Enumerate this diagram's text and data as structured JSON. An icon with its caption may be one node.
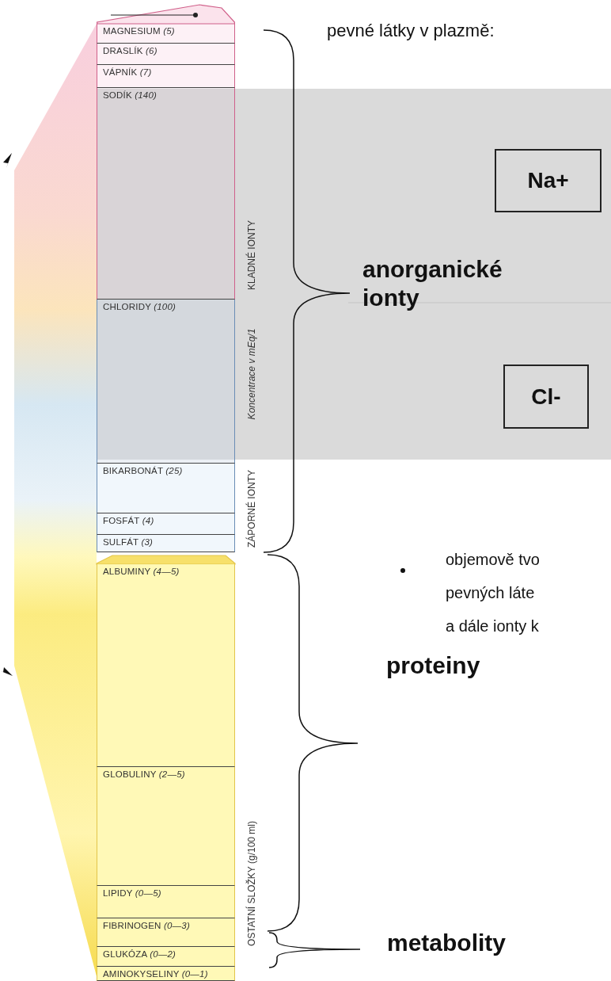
{
  "diagram": {
    "nodes": [
      {
        "text": [
          "MAGNESIUM *(5)*"
        ]
      },
      {
        "text": [
          "DRASLÍK *(6)*"
        ]
      },
      {
        "text": [
          "VÁPNÍK *(7)*"
        ]
      },
      {
        "text": [
          "SODÍK *(140)*"
        ]
      },
      {
        "text": [
          "CHLORIDY *(100)*"
        ]
      },
      {
        "text": [
          "BIKARBONÁT *(25)*"
        ]
      },
      {
        "text": [
          "FOSFÁT *(4)*"
        ]
      },
      {
        "text": [
          "SULFÁT *(3)*"
        ]
      },
      {
        "text": [
          "ALBUMINY *(4—5)*"
        ]
      },
      {
        "text": [
          "GLOBULINY *(2—5)*"
        ]
      },
      {
        "text": [
          "LIPIDY *(0—5)*"
        ]
      },
      {
        "text": [
          "FIBRINOGEN *(0—3)*"
        ]
      },
      {
        "text": [
          "GLUKÓZA *(0—2)*"
        ]
      },
      {
        "text": [
          "AMINOKYSELINY *(0—1)*"
        ]
      },
      {
        "text": [
          "Na+"
        ]
      },
      {
        "text": [
          "Cl-"
        ]
      },
      {
        "text": [],
        "shape": "box"
      }
    ],
    "edges": [
      {
        "from": null,
        "to": 16,
        "arrow": "other"
      }
    ],
    "labels": [
      "pevné látky v plazmě:",
      "KLADNÉ IONTY",
      "anorganické ionty",
      "Koncentrace v mEq/1",
      "ZÁPORNÉ IONTY",
      "objemově tvo",
      "pevných láte",
      "a dále ionty k",
      "proteiny",
      "OSTATNÍ SLOŽKY (g/100 ml)",
      "metabolity"
    ]
  }
}
